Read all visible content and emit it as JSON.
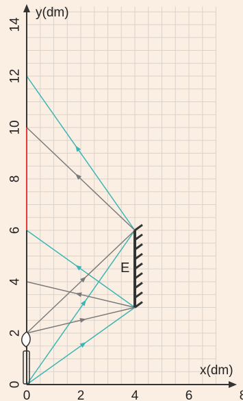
{
  "axes": {
    "x_label": "x(dm)",
    "y_label": "y(dm)",
    "x_ticks": [
      "0",
      "2",
      "4",
      "6",
      "8"
    ],
    "y_ticks": [
      "0",
      "2",
      "4",
      "6",
      "8",
      "10",
      "12",
      "14"
    ],
    "x_range": [
      0,
      8
    ],
    "y_range": [
      0,
      14
    ],
    "grid": true
  },
  "mirror": {
    "label": "E",
    "x": 4,
    "y_start": 3,
    "y_end": 6
  },
  "highlight_segment": {
    "x": 0,
    "y_start": 6,
    "y_end": 10
  },
  "rays": [
    {
      "color": "teal",
      "points": [
        [
          0,
          0
        ],
        [
          4,
          6
        ],
        [
          0,
          12
        ]
      ]
    },
    {
      "color": "teal",
      "points": [
        [
          0,
          0
        ],
        [
          4,
          3
        ],
        [
          0,
          6
        ]
      ]
    },
    {
      "color": "gray",
      "points": [
        [
          0,
          2
        ],
        [
          4,
          6
        ],
        [
          0,
          10
        ]
      ]
    },
    {
      "color": "gray",
      "points": [
        [
          0,
          2
        ],
        [
          4,
          3
        ],
        [
          0,
          4
        ]
      ]
    }
  ],
  "colors": {
    "background": "#fbeee3",
    "grid": "#d9d3cc",
    "axis": "#333333",
    "teal": "#3bb6b3",
    "gray": "#7a7a7a",
    "red": "#e23a3a",
    "mirror": "#333333"
  }
}
